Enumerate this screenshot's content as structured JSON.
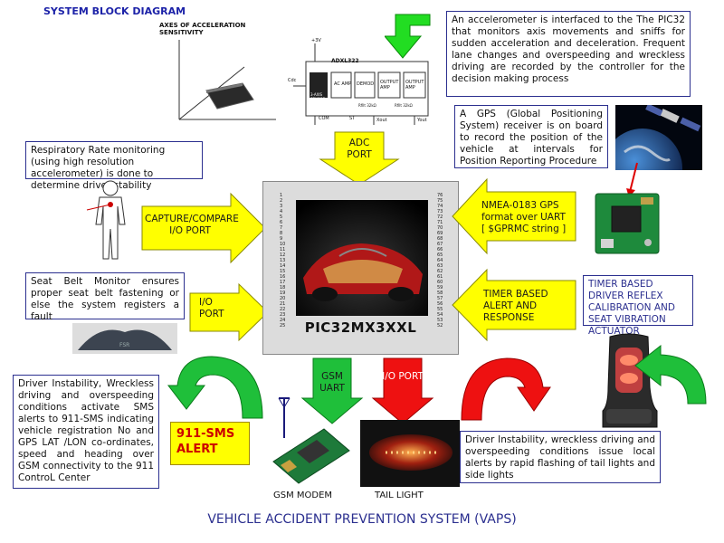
{
  "title": "SYSTEM BLOCK DIAGRAM",
  "accel_axes_title": "AXES OF ACCELERATION SENSITIVITY",
  "accel_chip": {
    "part": "ADXL322",
    "blocks": [
      "3-AXIS SENSOR",
      "AC AMP",
      "DEMOD",
      "OUTPUT AMP",
      "OUTPUT AMP"
    ],
    "pins": [
      "+3V",
      "COM",
      "ST",
      "Cdc",
      "Xout",
      "Yout",
      "Rfilt 32kΩ",
      "Rfilt 32kΩ"
    ]
  },
  "accel_note": "An accelerometer is interfaced to the The PIC32 that monitors axis movements and sniffs for sudden acceleration and deceleration. Frequent lane changes and overspeeding and wreckless driving are recorded by the controller for the decision making process",
  "gps_note": "A GPS (Global Positioning System) receiver is on board to record the position of the vehicle at intervals for Position Reporting Procedure",
  "respiratory_note": "Respiratory Rate monitoring (using high resolution accelerometer) is done to determine driver stability",
  "seatbelt_note": "Seat Belt Monitor ensures proper seat belt fastening or else the system registers a fault",
  "timer_note": "TIMER BASED DRIVER REFLEX CALIBRATION AND SEAT VIBRATION ACTUATOR",
  "gsm_alert_note": "Driver Instability, Wreckless driving and overspeeding conditions activate SMS alerts to 911-SMS indicating vehicle registration No and GPS LAT /LON co-ordinates, speed and heading over GSM connectivity to the 911 ControL Center",
  "taillight_note": "Driver Instability, wreckless driving and overspeeding conditions issue local alerts by rapid flashing of tail lights and side lights",
  "arrows": {
    "adc_port": "ADC PORT",
    "capture_compare": "CAPTURE/COMPARE I/O PORT",
    "io_port_left": "I/O PORT",
    "nmea": "NMEA-0183 GPS format over UART [ $GPRMC string ]",
    "timer_alert": "TIMER BASED ALERT AND RESPONSE",
    "gsm_uart": "GSM UART",
    "io_port_bottom": "I/O PORT"
  },
  "mcu_label": "PIC32MX3XXL",
  "alert_911": "911-SMS ALERT",
  "gsm_modem": "GSM MODEM",
  "tail_light": "TAIL LIGHT",
  "footer": "VEHICLE ACCIDENT PREVENTION SYSTEM (VAPS)",
  "colors": {
    "arrow_yellow": "#ffff00",
    "arrow_green": "#1fbf3a",
    "arrow_red": "#ee1111",
    "border_blue": "#2b2f8f"
  }
}
